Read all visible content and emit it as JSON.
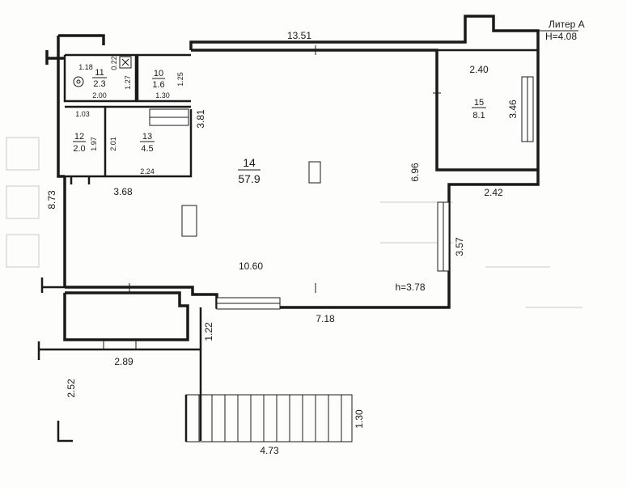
{
  "header": {
    "liter": "Литер А",
    "height": "H=4.08"
  },
  "rooms": [
    {
      "num": "10",
      "area": "1.6"
    },
    {
      "num": "11",
      "area": "2.3"
    },
    {
      "num": "12",
      "area": "2.0"
    },
    {
      "num": "13",
      "area": "4.5"
    },
    {
      "num": "14",
      "area": "57.9"
    },
    {
      "num": "15",
      "area": "8.1"
    }
  ],
  "dims": {
    "top": "13.51",
    "r15_w": "2.40",
    "r15_h": "3.46",
    "right_step": "2.42",
    "r14_right": "6.96",
    "right_lower": "3.57",
    "r14_bottom": "10.60",
    "ceiling": "h=3.78",
    "bottom_wall": "7.18",
    "left_total": "8.73",
    "corridor_w": "3.68",
    "r13_h": "3.81",
    "r13_w": "2.24",
    "r13_side": "2.01",
    "r12_top": "1.03",
    "r12_h": "1.97",
    "r11_top": "1.18",
    "r11_w": "2.00",
    "r11_h": "1.27",
    "r11_small": "0.22",
    "r10_h": "1.25",
    "r10_w": "1.30",
    "stair_h": "1.22",
    "lower_w": "2.89",
    "lower_h": "2.52",
    "stair_w": "4.73",
    "stair_run": "1.30"
  }
}
